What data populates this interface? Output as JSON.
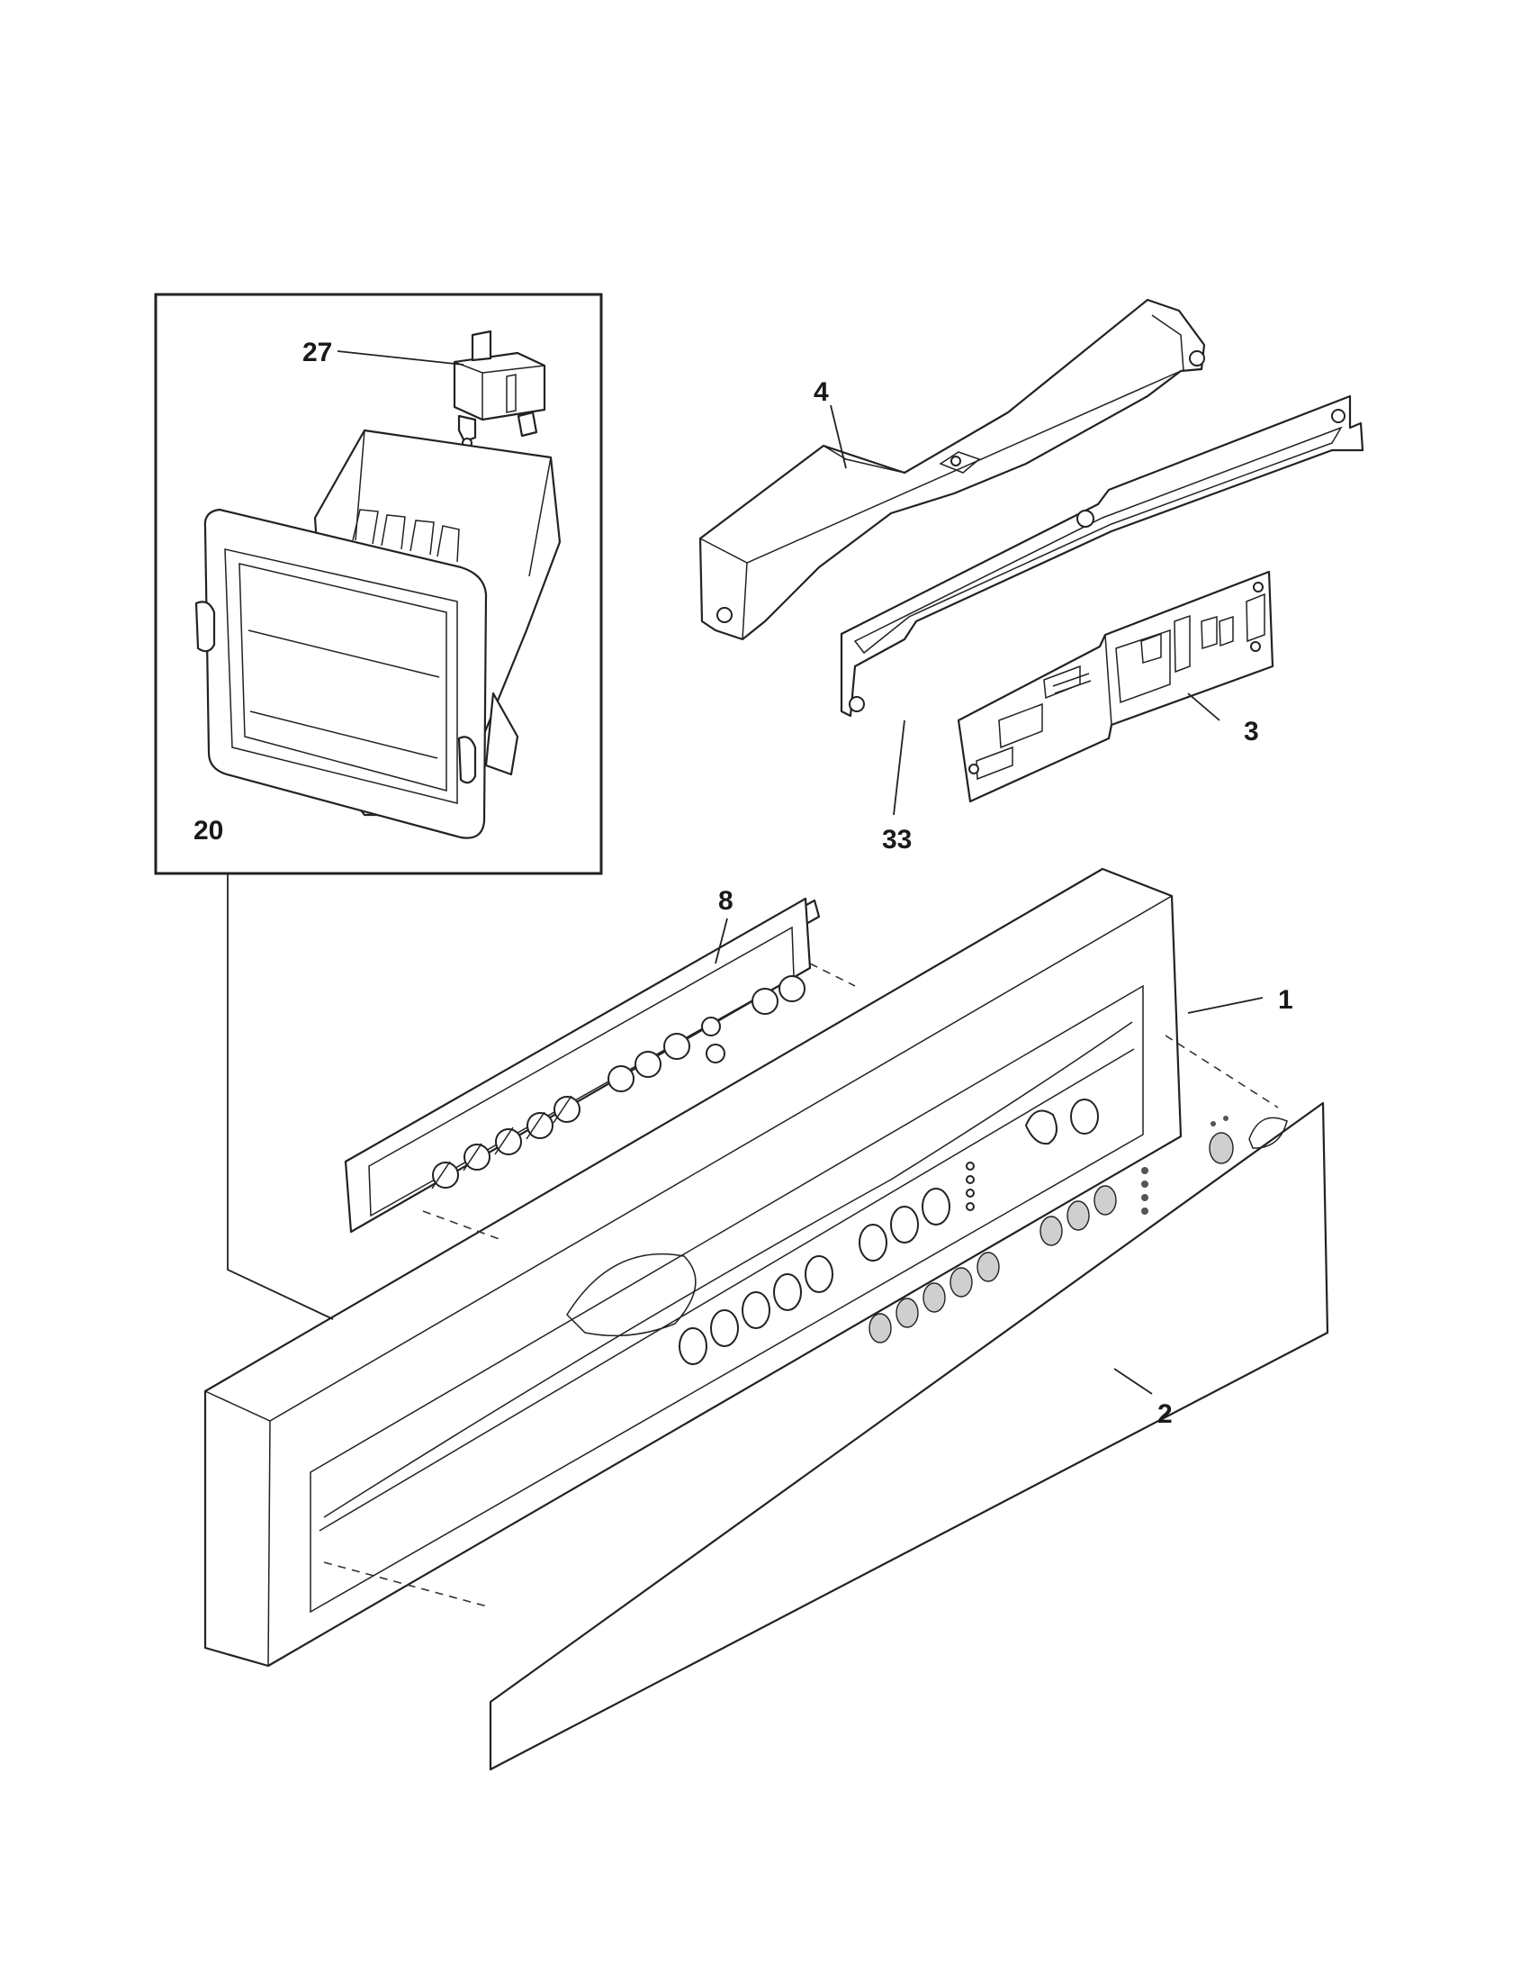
{
  "diagram": {
    "callouts": [
      {
        "id": "27",
        "text": "27"
      },
      {
        "id": "20",
        "text": "20"
      },
      {
        "id": "4",
        "text": "4"
      },
      {
        "id": "3",
        "text": "3"
      },
      {
        "id": "33",
        "text": "33"
      },
      {
        "id": "8",
        "text": "8"
      },
      {
        "id": "1",
        "text": "1"
      },
      {
        "id": "2",
        "text": "2"
      }
    ]
  },
  "colors": {
    "line": "#222222",
    "background": "#ffffff",
    "shade": "#cfcfcf"
  }
}
